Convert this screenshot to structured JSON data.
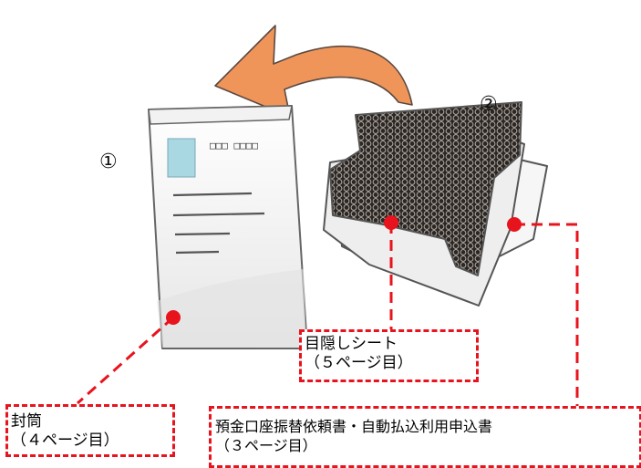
{
  "step_numbers": {
    "envelope": "①",
    "sheets": "②"
  },
  "envelope": {
    "postal_code_boxes": "□□□ □□□□"
  },
  "callouts": {
    "envelope": {
      "title": "封筒",
      "page": "（４ページ目）"
    },
    "mask_sheet": {
      "title": "目隠しシート",
      "page": "（５ページ目）"
    },
    "application_form": {
      "title": "預金口座振替依頼書・自動払込利用申込書",
      "page": "（３ページ目）"
    }
  },
  "colors": {
    "accent_red": "#e8141d",
    "arrow_orange": "#f0955a",
    "stamp_blue": "#a9d8e2"
  }
}
